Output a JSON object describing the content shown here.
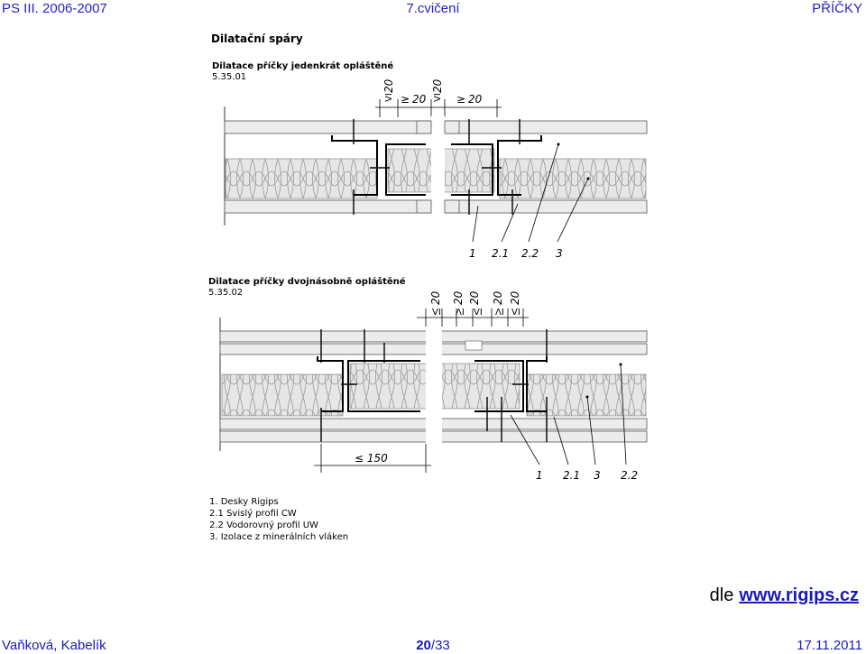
{
  "header": {
    "left": "PS III. 2006-2007",
    "center": "7.cvičení",
    "right": "PŘÍČKY"
  },
  "figure": {
    "title": "Dilatační spáry",
    "detail1": {
      "title": "Dilatace příčky jedenkrát opláštěné",
      "code": "5.35.01",
      "dims": [
        "20",
        "20",
        "20",
        "20"
      ],
      "dim_signs": [
        "VI",
        "≥",
        "VI",
        "≥"
      ],
      "callouts": [
        "1",
        "2.1",
        "2.2",
        "3"
      ]
    },
    "detail2": {
      "title": "Dilatace příčky dvojnásobně opláštěné",
      "code": "5.35.02",
      "dims": [
        "20",
        "20",
        "20",
        "20",
        "20"
      ],
      "dim_signs": [
        "VI",
        "ΛI",
        "VI",
        "ΛI",
        "VI"
      ],
      "bottom_dim": "≤ 150",
      "callouts": [
        "1",
        "2.1",
        "3",
        "2.2"
      ]
    },
    "legend": [
      "1.   Desky Rigips",
      "2.1 Svislý profil CW",
      "2.2 Vodorovný profil UW",
      "3.   Izolace z minerálních vláken"
    ]
  },
  "attribution": {
    "prefix": "dle",
    "link": "www.rigips.cz"
  },
  "footer": {
    "left": "Vaňková, Kabelík",
    "page_current": "20",
    "page_total": "/33",
    "right": "17.11.2011"
  }
}
